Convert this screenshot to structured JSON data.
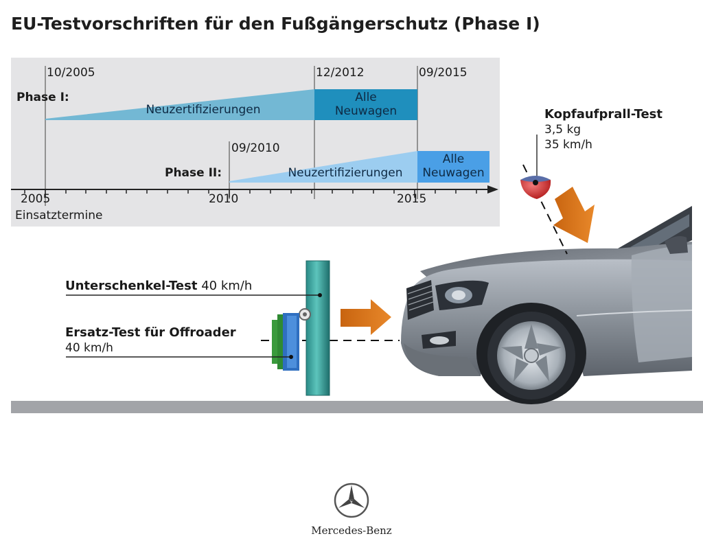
{
  "title": "EU-Testvorschriften für den Fußgängerschutz (Phase I)",
  "timeline": {
    "phase1": {
      "label": "Phase I:",
      "start_date": "10/2005",
      "mid_date": "12/2012",
      "end_date": "09/2015",
      "ramp_label": "Neuzertifizierungen",
      "full_label_line1": "Alle",
      "full_label_line2": "Neuwagen"
    },
    "phase2": {
      "label": "Phase II:",
      "start_date": "09/2010",
      "ramp_label": "Neuzertifizierungen",
      "full_label_line1": "Alle",
      "full_label_line2": "Neuwagen"
    },
    "axis": {
      "years": [
        "2005",
        "2010",
        "2015"
      ],
      "caption": "Einsatztermine"
    },
    "colors": {
      "phase1_ramp": "#73b8d4",
      "phase1_full": "#1f8fbd",
      "phase2_ramp": "#9ccdf0",
      "phase2_full": "#4a9fe6"
    }
  },
  "tests": {
    "head_impact": {
      "title": "Kopfaufprall-Test",
      "mass": "3,5 kg",
      "speed": "35 km/h"
    },
    "lower_leg": {
      "title": "Unterschenkel-Test",
      "speed": "40 km/h"
    },
    "offroader": {
      "title": "Ersatz-Test für Offroader",
      "speed": "40 km/h"
    }
  },
  "icons": {
    "logo": "mercedes-star-logo",
    "arrows": "orange-impact-arrow"
  },
  "brand": {
    "name": "Mercedes-Benz"
  }
}
